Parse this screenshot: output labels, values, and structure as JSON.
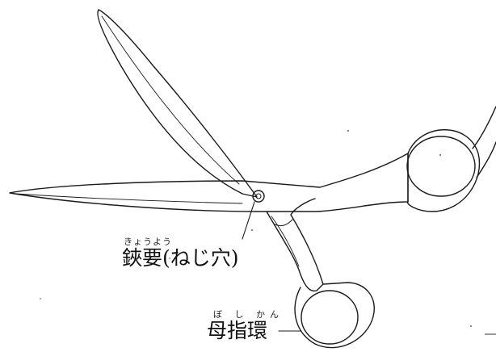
{
  "labels": {
    "screw": {
      "furigana": "きょうよう",
      "text": "鋏要(ねじ穴)"
    },
    "thumb_ring": {
      "furigana": "ぼ し かん",
      "text": "母指環"
    }
  }
}
